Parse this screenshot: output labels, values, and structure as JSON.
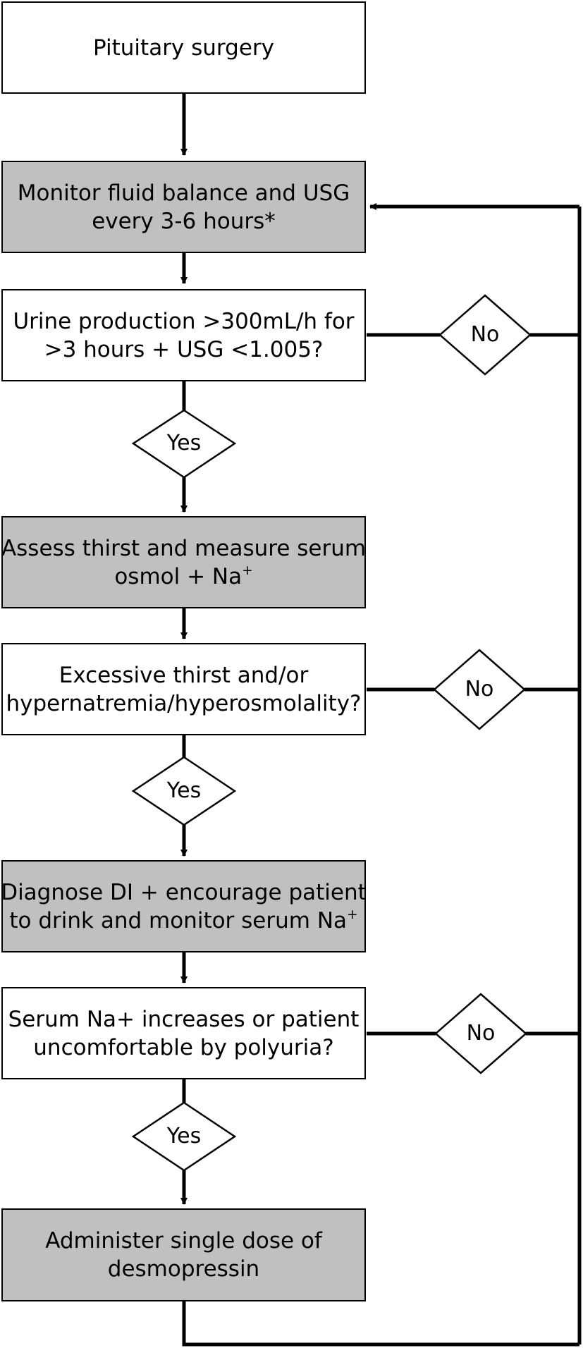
{
  "boxes": {
    "pituitary_surgery": {
      "lines": [
        "Pituitary surgery"
      ]
    },
    "monitor_fluid": {
      "lines": [
        "Monitor fluid balance and USG",
        "every 3-6 hours*"
      ]
    },
    "urine_question": {
      "lines": [
        "Urine production >300mL/h for",
        ">3 hours + USG <1.005?"
      ]
    },
    "assess_thirst": {
      "lines": [
        "Assess thirst and measure serum",
        "osmol + Na"
      ],
      "sup": "+"
    },
    "thirst_question": {
      "lines": [
        "Excessive thirst and/or",
        "hypernatremia/hyperosmolality?"
      ]
    },
    "diagnose_di": {
      "lines": [
        "Diagnose DI + encourage patient",
        "to drink and monitor serum Na"
      ],
      "sup": "+"
    },
    "serum_question": {
      "lines": [
        "Serum Na+ increases or patient",
        "uncomfortable by polyuria?"
      ]
    },
    "administer": {
      "lines": [
        "Administer single dose of",
        "desmopressin"
      ]
    }
  },
  "decisions": {
    "yes_label": "Yes",
    "no_label": "No"
  },
  "colors": {
    "action_fill": "#c0c0c0",
    "question_fill": "#ffffff",
    "stroke": "#000000"
  }
}
